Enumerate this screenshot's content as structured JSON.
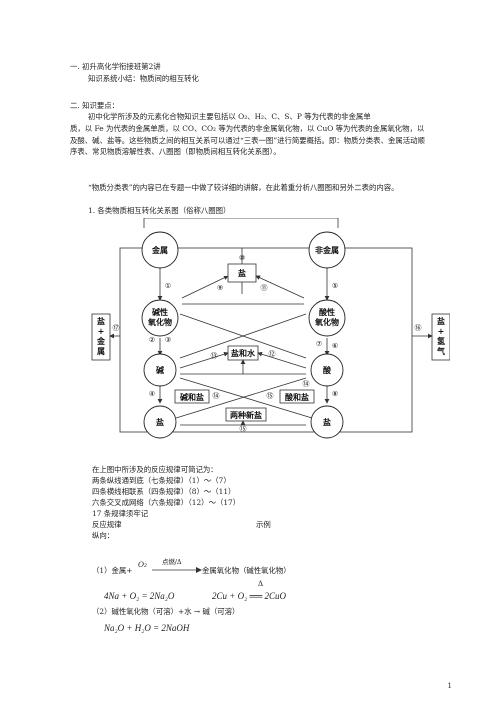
{
  "heading1": "一. 初升高化学衔接班第2讲",
  "subtitle": "知识系统小结：物质间的相互转化",
  "heading2": "二. 知识要点：",
  "para1_line1": "初中化学所涉及的元素化合物知识主要包括以 O₂、H₂、C、S、P 等为代表的非金属单",
  "para1_rest": "质，以 Fe 为代表的金属单质，以 CO、CO₂ 等为代表的非金属氧化物，以 CuO 等为代表的金属氧化物，以及酸、碱、盐等。这些物质之间的相互关系可以通过“三表一图”进行简要概括。即：物质分类表、金属活动顺序表、常见物质溶解性表、八圈图（即物质间相互转化关系图）。",
  "para2": "“物质分类表”的内容已在专题一中做了较详细的讲解，在此着重分析八圈图和另外二表的内容。",
  "section1": "1. 各类物质相互转化关系图（俗称八圈图）",
  "diagram": {
    "metal": "金属",
    "nonmetal": "非金属",
    "salt_top": "盐",
    "basic_oxide_1": "碱性",
    "basic_oxide_2": "氧化物",
    "acidic_oxide_1": "酸性",
    "acidic_oxide_2": "氧化物",
    "base": "碱",
    "acid": "酸",
    "salt_water": "盐和水",
    "base_salt": "碱和盐",
    "acid_salt": "酸和盐",
    "two_salts": "两种新盐",
    "salt_left": "盐",
    "salt_right": "盐",
    "left_box_1": "盐",
    "left_box_2": "+",
    "left_box_3": "金",
    "left_box_4": "属",
    "right_box_1": "盐",
    "right_box_2": "+",
    "right_box_3": "氢",
    "right_box_4": "气",
    "nums": [
      "①",
      "②",
      "③",
      "④",
      "⑤",
      "⑥",
      "⑦",
      "⑧",
      "⑨",
      "⑩",
      "⑪",
      "⑫",
      "⑬",
      "⑭",
      "⑮",
      "⑯",
      "⑰",
      "⑭",
      "⑮"
    ]
  },
  "rules_intro": "在上图中所涉及的反应规律可简记为：",
  "rule1": "两条纵线通到底（七条规律）（1）～（7）",
  "rule2": "四条横线相联系（四条规律）（8）～（11）",
  "rule3": "六条交叉成网络（六条规律）（12）～（17）",
  "rule4": "17 条规律须牢记",
  "col_head_left": "反应规律",
  "col_head_right": "示例",
  "vertical": "纵向：",
  "item1_label": "（1）金属+",
  "item1_reagent": "O₂",
  "item1_cond": "点燃/Δ",
  "item1_result": "金属氧化物（碱性氧化物）",
  "eq1a": "4Na + O₂ = 2Na₂O",
  "eq1b_cond": "Δ",
  "eq1b": "2Cu + O₂ ══ 2CuO",
  "item2": "（2）碱性氧化物（可溶）+水 → 碱（可溶）",
  "eq2": "Na₂O + H₂O = 2NaOH",
  "page_number": "1"
}
